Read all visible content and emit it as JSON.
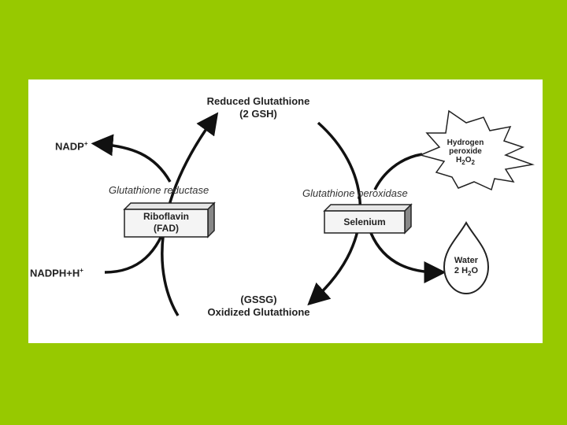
{
  "diagram": {
    "reduced": {
      "line1": "Reduced Glutathione",
      "line2": "(2 GSH)"
    },
    "oxidized": {
      "line1": "(GSSG)",
      "line2": "Oxidized Glutathione"
    },
    "nadp": "NADP",
    "nadp_sup": "+",
    "nadph": "NADPH+H",
    "nadph_sup": "+",
    "reductase_label": "Glutathione reductase",
    "peroxidase_label": "Glutathione peroxidase",
    "riboflavin_box": {
      "line1": "Riboflavin",
      "line2": "(FAD)"
    },
    "selenium_box": "Selenium",
    "h2o2": {
      "line1": "Hydrogen",
      "line2": "peroxide",
      "formula_a": "H",
      "sub_a": "2",
      "formula_b": "O",
      "sub_b": "2"
    },
    "water": {
      "line1": "Water",
      "formula_a": "2 H",
      "sub": "2",
      "formula_b": "O"
    }
  }
}
